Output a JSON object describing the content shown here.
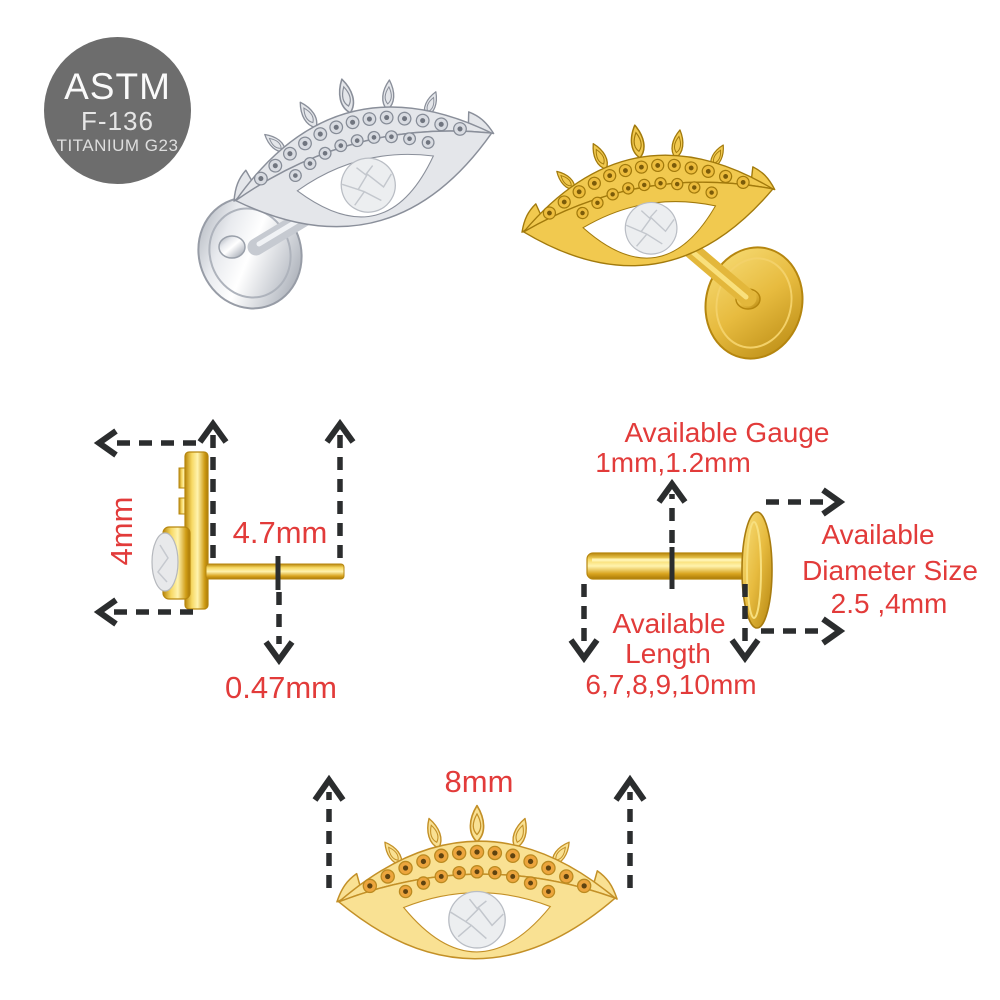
{
  "badge": {
    "standard": "ASTM",
    "grade": "F-136",
    "material": "TITANIUM G23"
  },
  "images": {
    "left_product": "silver titanium eye labret stud with crystal",
    "right_product": "gold titanium eye labret stud with crystal",
    "bottom_illustration": "gold eye charm front view"
  },
  "annotations": {
    "disc_height": "4mm",
    "post_length": "4.7mm",
    "post_thickness": "0.47mm",
    "gauge_label": "Available Gauge",
    "gauge_values": "1mm,1.2mm",
    "diameter_label_line1": "Available",
    "diameter_label_line2": "Diameter Size",
    "diameter_values": "2.5 ,4mm",
    "length_label_line1": "Available",
    "length_label_line2": "Length",
    "length_values": "6,7,8,9,10mm",
    "charm_width": "8mm"
  },
  "colors": {
    "annotation_red": "#e23b3a",
    "arrow_black": "#2b2d2e",
    "badge_gray": "#6d6d6d",
    "gold_metal": "#e8b832",
    "silver_metal": "#c9cdd4",
    "flat_charm_gold": "#f9e193",
    "dot_orange": "#eca53d",
    "crystal": "#eceef0",
    "background": "#ffffff"
  }
}
